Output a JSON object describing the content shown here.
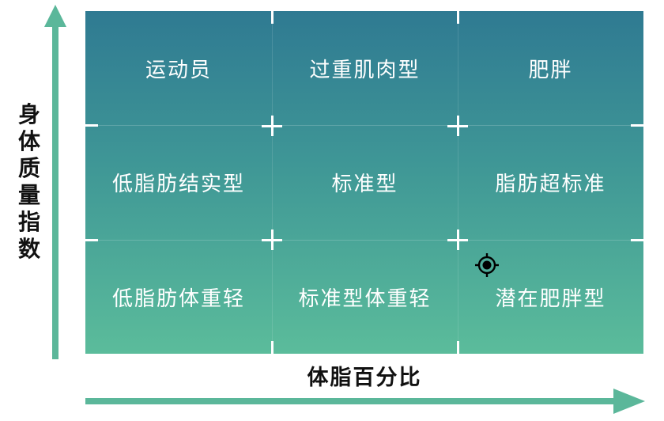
{
  "axes": {
    "y_label": "身体质量指数",
    "x_label": "体脂百分比"
  },
  "cells": [
    [
      "运动员",
      "过重肌肉型",
      "肥胖"
    ],
    [
      "低脂肪结实型",
      "标准型",
      "脂肪超标准"
    ],
    [
      "低脂肪体重轻",
      "标准型体重轻",
      "潜在肥胖型"
    ]
  ],
  "marker": {
    "row": 2,
    "col": 2,
    "icon": "crosshair-target-icon"
  },
  "colors": {
    "grid_top": "#2f7a92",
    "grid_bottom": "#5bbc9b",
    "arrow": "#5bb79a",
    "label": "#111111"
  }
}
